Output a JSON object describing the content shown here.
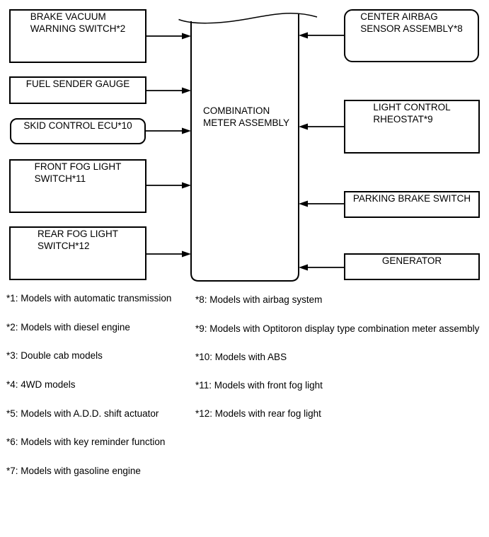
{
  "diagram": {
    "center_box": "COMBINATION\nMETER ASSEMBLY",
    "left_boxes": [
      "BRAKE VACUUM\nWARNING SWITCH*2",
      "FUEL SENDER GAUGE",
      "SKID CONTROL ECU*10",
      "FRONT FOG LIGHT\nSWITCH*11",
      "REAR FOG LIGHT\nSWITCH*12"
    ],
    "right_boxes": [
      "CENTER AIRBAG\nSENSOR ASSEMBLY*8",
      "LIGHT CONTROL\nRHEOSTAT*9",
      "PARKING BRAKE SWITCH",
      "GENERATOR"
    ],
    "line_color": "#000000",
    "background_color": "#ffffff"
  },
  "footnotes": {
    "left": [
      "*1: Models with automatic transmission",
      "*2: Models with diesel engine",
      "*3: Double cab models",
      "*4: 4WD models",
      "*5: Models with A.D.D. shift actuator",
      "*6: Models with key reminder function",
      "*7: Models with gasoline engine"
    ],
    "right": [
      "*8: Models with airbag system",
      "*9: Models with Optitoron display type combination meter assembly",
      "*10: Models with ABS",
      "*11: Models with front fog light",
      "*12: Models with rear fog light"
    ]
  }
}
